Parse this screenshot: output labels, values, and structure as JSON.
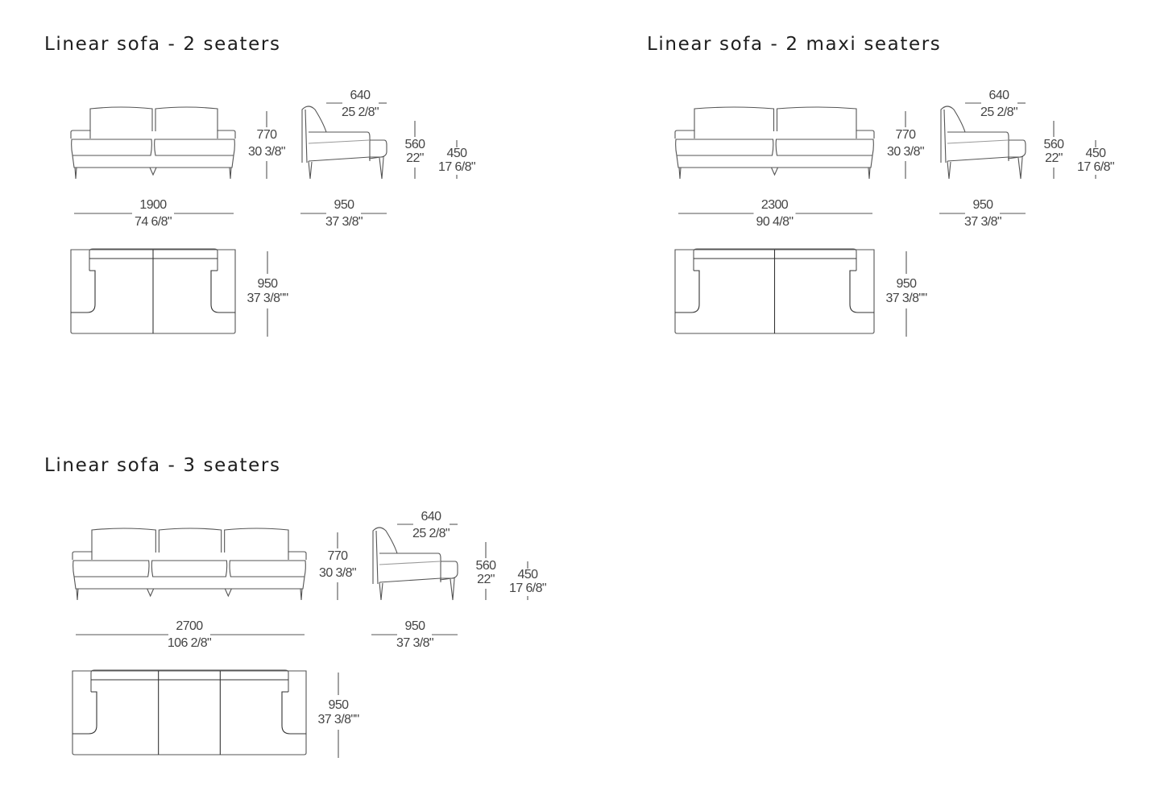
{
  "sections": [
    {
      "title": "Linear sofa - 2 seaters",
      "seats": 2,
      "height": {
        "mm": "770",
        "in": "30 3/8\""
      },
      "width": {
        "mm": "1900",
        "in": "74 6/8\""
      },
      "side_depth": {
        "mm": "950",
        "in": "37 3/8\""
      },
      "seat_depth": {
        "mm": "640",
        "in": "25 2/8\""
      },
      "arm_height": {
        "mm": "560",
        "in": "22\""
      },
      "seat_height": {
        "mm": "450",
        "in": "17 6/8\""
      },
      "top_depth": {
        "mm": "950",
        "in": "37 3/8\"\""
      }
    },
    {
      "title": "Linear sofa - 2 maxi seaters",
      "seats": 2,
      "height": {
        "mm": "770",
        "in": "30 3/8\""
      },
      "width": {
        "mm": "2300",
        "in": "90 4/8\""
      },
      "side_depth": {
        "mm": "950",
        "in": "37 3/8\""
      },
      "seat_depth": {
        "mm": "640",
        "in": "25 2/8\""
      },
      "arm_height": {
        "mm": "560",
        "in": "22\""
      },
      "seat_height": {
        "mm": "450",
        "in": "17 6/8\""
      },
      "top_depth": {
        "mm": "950",
        "in": "37 3/8\"\""
      }
    },
    {
      "title": "Linear sofa - 3 seaters",
      "seats": 3,
      "height": {
        "mm": "770",
        "in": "30 3/8\""
      },
      "width": {
        "mm": "2700",
        "in": "106 2/8\""
      },
      "side_depth": {
        "mm": "950",
        "in": "37 3/8\""
      },
      "seat_depth": {
        "mm": "640",
        "in": "25 2/8\""
      },
      "arm_height": {
        "mm": "560",
        "in": "22\""
      },
      "seat_height": {
        "mm": "450",
        "in": "17 6/8\""
      },
      "top_depth": {
        "mm": "950",
        "in": "37 3/8\"\""
      }
    }
  ]
}
